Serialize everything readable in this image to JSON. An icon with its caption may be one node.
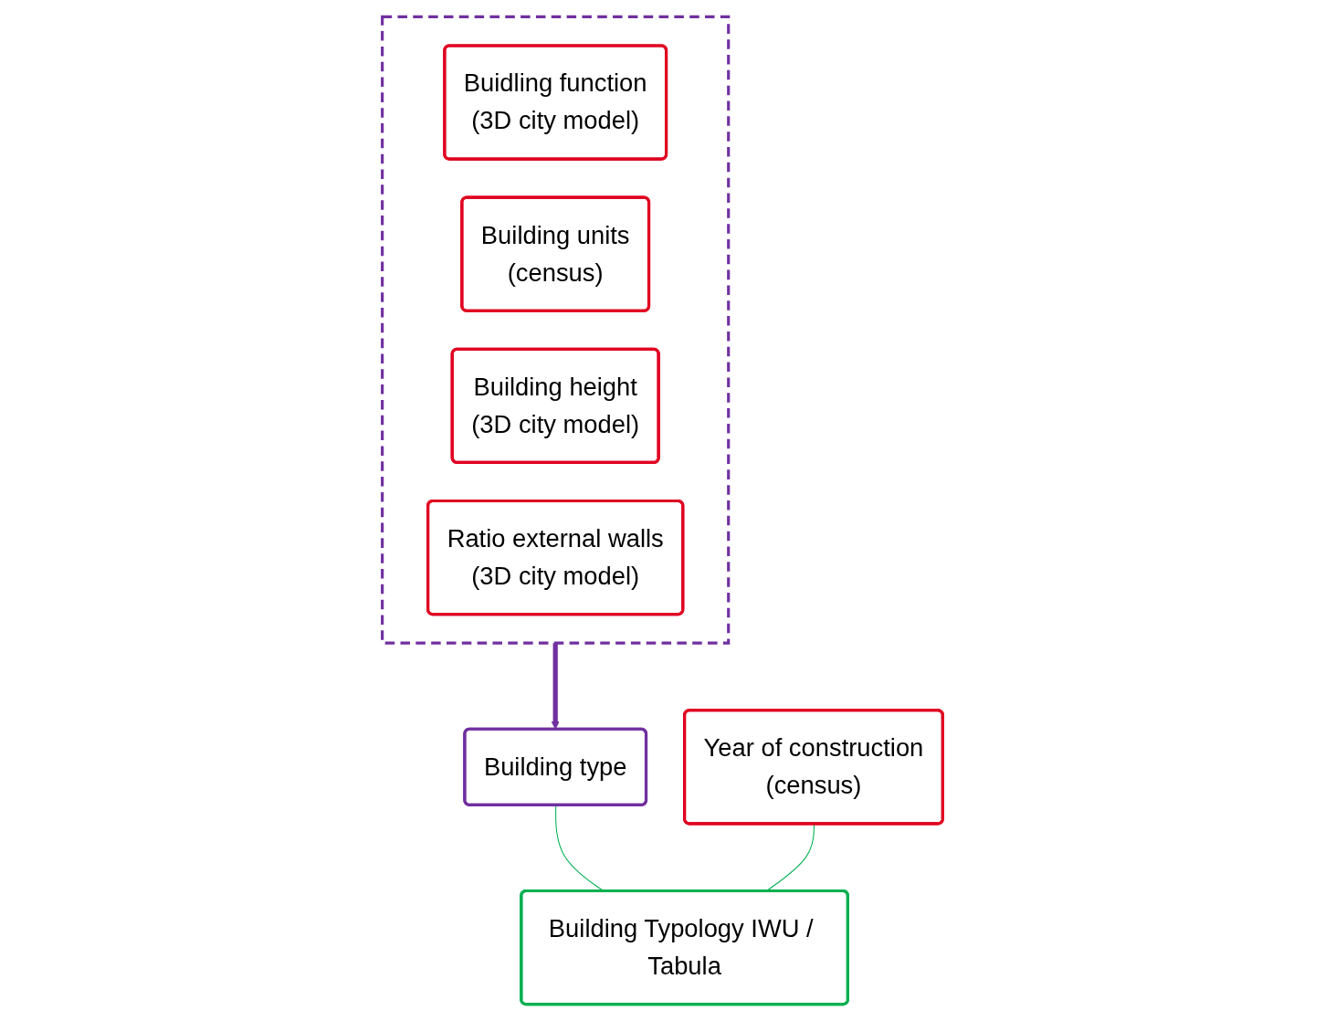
{
  "diagram": {
    "nodes": [
      {
        "text": [],
        "shape": "box"
      },
      {
        "text": [
          "Buidling function",
          "(3D city model)"
        ],
        "in": 0
      },
      {
        "text": [
          "Building units",
          "(census)"
        ],
        "in": 0
      },
      {
        "text": [
          "Building height",
          "(3D city model)"
        ],
        "in": 0
      },
      {
        "text": [
          "Ratio external walls",
          "(3D city model)"
        ],
        "in": 0
      },
      {
        "text": [
          "Building type"
        ]
      },
      {
        "text": [
          "Year of construction",
          "(census)"
        ]
      },
      {
        "text": [
          "Building Typology IWU / Tabula"
        ]
      }
    ],
    "edges": [
      {
        "from": 0,
        "to": 5,
        "arrow": "to",
        "style": "thick",
        "color": "#7030a0"
      },
      {
        "from": 5,
        "to": 7,
        "arrow": "none",
        "color": "#00b050"
      },
      {
        "from": 6,
        "to": 7,
        "arrow": "none",
        "color": "#00b050"
      }
    ]
  }
}
